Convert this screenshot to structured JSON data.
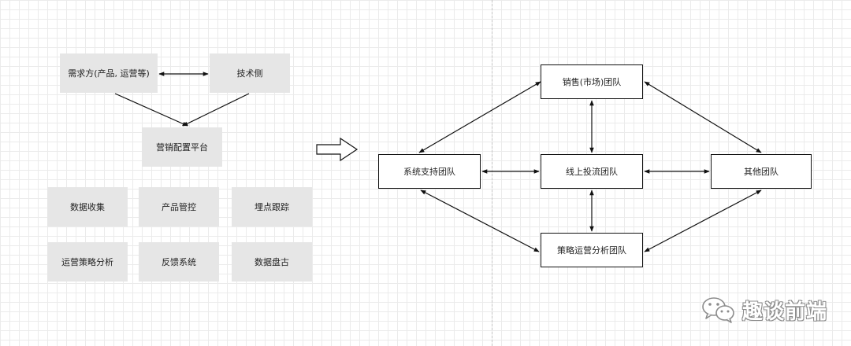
{
  "left_diagram": {
    "demand_side": "需求方(产品, 运营等)",
    "tech_side": "技术侧",
    "platform": "营销配置平台",
    "modules": [
      "数据收集",
      "产品管控",
      "埋点跟踪",
      "运营策略分析",
      "反馈系统",
      "数据盘古"
    ]
  },
  "right_diagram": {
    "sales_team": "销售(市场)团队",
    "system_support_team": "系统支持团队",
    "online_delivery_team": "线上投流团队",
    "other_team": "其他团队",
    "strategy_team": "策略运营分析团队"
  },
  "watermark": {
    "text": "趣谈前端",
    "icon": "wechat-icon"
  }
}
